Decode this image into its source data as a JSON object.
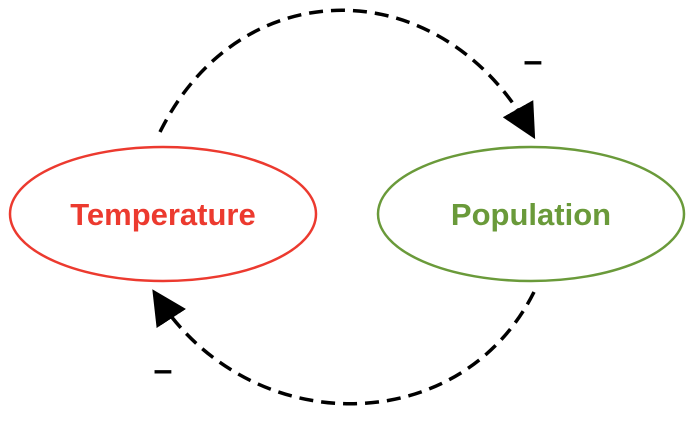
{
  "nodes": {
    "temperature": {
      "label": "Temperature",
      "color": "#ec3a2f"
    },
    "population": {
      "label": "Population",
      "color": "#6a9a3a"
    }
  },
  "edges": {
    "temperature_to_population": {
      "sign": "–",
      "style": "dashed",
      "color": "#000000"
    },
    "population_to_temperature": {
      "sign": "–",
      "style": "dashed",
      "color": "#000000"
    }
  }
}
